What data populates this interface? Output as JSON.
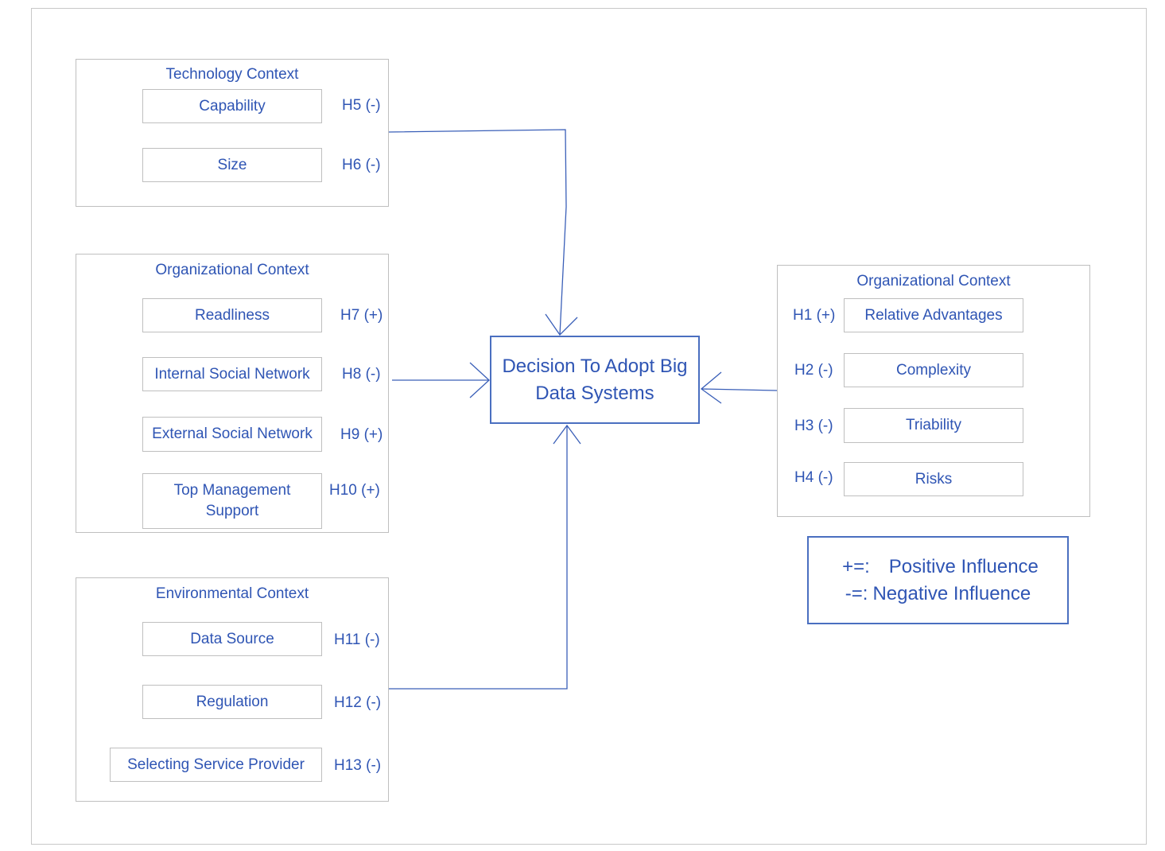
{
  "central": {
    "line1": "Decision To Adopt Big",
    "line2": "Data Systems"
  },
  "groups": {
    "technology": {
      "title": "Technology Context",
      "factors": [
        {
          "label": "Capability",
          "hyp": "H5 (-)"
        },
        {
          "label": "Size",
          "hyp": "H6 (-)"
        }
      ]
    },
    "organizational_left": {
      "title": "Organizational Context",
      "factors": [
        {
          "label": "Readliness",
          "hyp": "H7 (+)"
        },
        {
          "label": "Internal Social Network",
          "hyp": "H8 (-)"
        },
        {
          "label": "External Social Network",
          "hyp": "H9 (+)"
        },
        {
          "label": "Top Management Support",
          "hyp": "H10 (+)"
        }
      ]
    },
    "environmental": {
      "title": "Environmental Context",
      "factors": [
        {
          "label": "Data Source",
          "hyp": "H11 (-)"
        },
        {
          "label": "Regulation",
          "hyp": "H12 (-)"
        },
        {
          "label": "Selecting Service Provider",
          "hyp": "H13 (-)"
        }
      ]
    },
    "organizational_right": {
      "title": "Organizational Context",
      "factors": [
        {
          "label": "Relative Advantages",
          "hyp": "H1 (+)"
        },
        {
          "label": "Complexity",
          "hyp": "H2 (-)"
        },
        {
          "label": "Triability",
          "hyp": "H3 (-)"
        },
        {
          "label": "Risks",
          "hyp": "H4 (-)"
        }
      ]
    }
  },
  "legend": {
    "positive_symbol": "+=:",
    "positive_label": "Positive Influence",
    "negative_symbol": "-=:",
    "negative_label": "Negative Influence"
  },
  "colors": {
    "text": "#2f55b4",
    "line": "#3a5fb8",
    "border": "#bfbfbf"
  }
}
